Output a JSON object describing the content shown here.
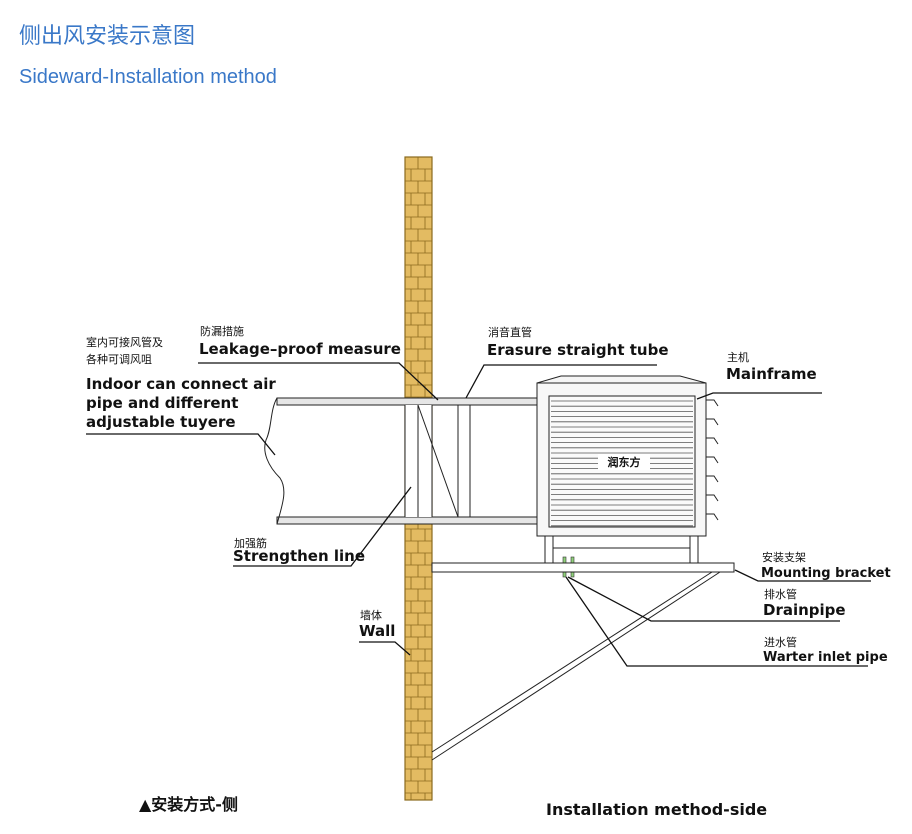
{
  "title_cn": "侧出风安装示意图",
  "title_en": "Sideward-Installation method",
  "labels": {
    "indoor_cn_1": "室内可接风管及",
    "indoor_cn_2": "各种可调风咀",
    "indoor_en_1": "Indoor can connect air",
    "indoor_en_2": "pipe and different",
    "indoor_en_3": "adjustable tuyere",
    "leak_cn": "防漏措施",
    "leak_en": "Leakage–proof measure",
    "erasure_cn": "消音直管",
    "erasure_en": "Erasure straight tube",
    "main_cn": "主机",
    "main_en": "Mainframe",
    "strength_cn": "加强筋",
    "strength_en": "Strengthen line",
    "wall_cn": "墙体",
    "wall_en": "Wall",
    "bracket_cn": "安装支架",
    "bracket_en": "Mounting bracket",
    "drain_cn": "排水管",
    "drain_en": "Drainpipe",
    "inlet_cn": "进水管",
    "inlet_en": "Warter inlet pipe",
    "brand": "润东方"
  },
  "captions": {
    "left": "▲安装方式-侧",
    "right": "Installation method-side"
  },
  "colors": {
    "title": "#3a78c8",
    "brick": "#e3bb62",
    "mortar": "#8a6a1e",
    "line": "#222222"
  }
}
